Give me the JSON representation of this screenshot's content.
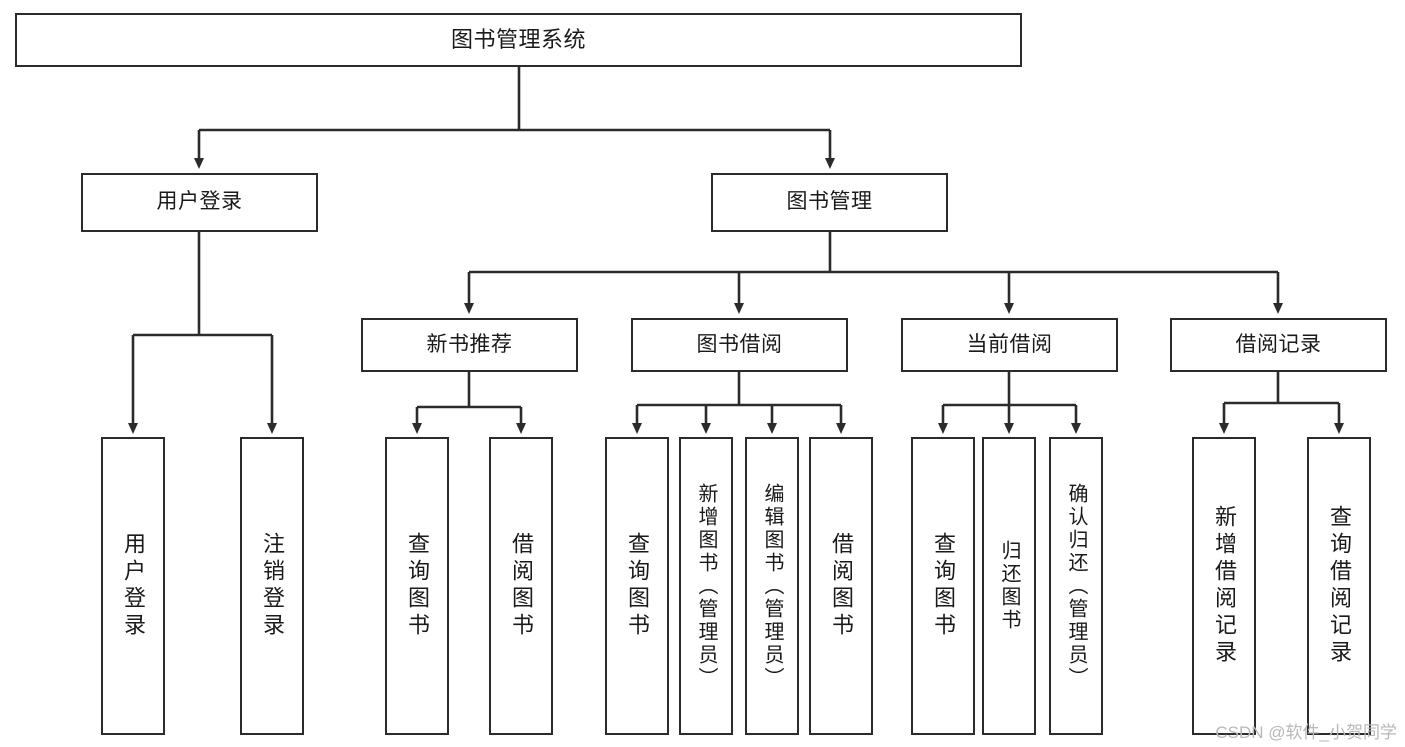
{
  "diagram": {
    "title": "图书管理系统",
    "type": "hierarchy-tree",
    "root": {
      "label": "图书管理系统"
    },
    "level2": [
      {
        "id": "user-login",
        "label": "用户登录"
      },
      {
        "id": "book-manage",
        "label": "图书管理"
      }
    ],
    "level3": [
      {
        "id": "new-book-recommend",
        "label": "新书推荐"
      },
      {
        "id": "book-borrow",
        "label": "图书借阅"
      },
      {
        "id": "current-borrow",
        "label": "当前借阅"
      },
      {
        "id": "borrow-record",
        "label": "借阅记录"
      }
    ],
    "leaves": {
      "user_login": [
        {
          "id": "leaf-user-login",
          "label": "用户登录"
        },
        {
          "id": "leaf-logout-login",
          "label": "注销登录"
        }
      ],
      "new_book_recommend": [
        {
          "id": "leaf-query-book-1",
          "label": "查询图书"
        },
        {
          "id": "leaf-borrow-book-1",
          "label": "借阅图书"
        }
      ],
      "book_borrow": [
        {
          "id": "leaf-query-book-2",
          "label": "查询图书"
        },
        {
          "id": "leaf-add-book",
          "label": "新增图书（管理员）"
        },
        {
          "id": "leaf-edit-book",
          "label": "编辑图书（管理员）"
        },
        {
          "id": "leaf-borrow-book-2",
          "label": "借阅图书"
        }
      ],
      "current_borrow": [
        {
          "id": "leaf-query-book-3",
          "label": "查询图书"
        },
        {
          "id": "leaf-return-book",
          "label": "归还图书"
        },
        {
          "id": "leaf-confirm-return",
          "label": "确认归还（管理员）"
        }
      ],
      "borrow_record": [
        {
          "id": "leaf-add-record",
          "label": "新增借阅记录"
        },
        {
          "id": "leaf-query-record",
          "label": "查询借阅记录"
        }
      ]
    }
  },
  "watermark": {
    "text": "CSDN @软件_小贺同学"
  },
  "colors": {
    "stroke": "#2b2b2b",
    "fill": "#ffffff",
    "text": "#1a1a1a",
    "watermark": "#b8b8b8"
  }
}
